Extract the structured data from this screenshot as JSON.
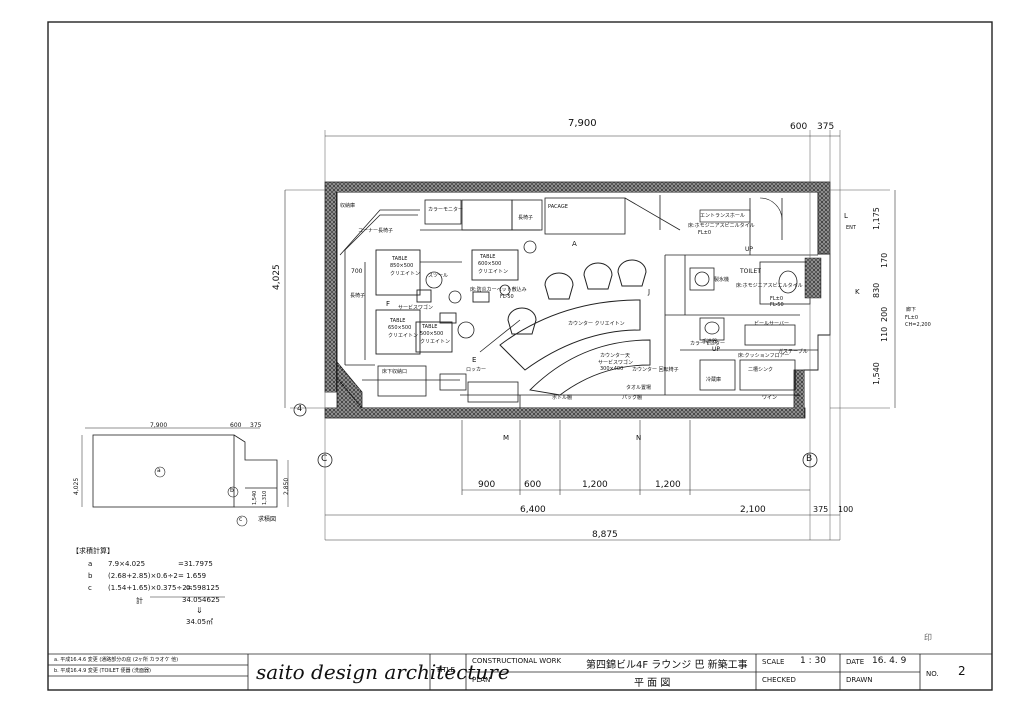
{
  "overall_dims": {
    "top_left": "7,900",
    "top_mid": "600",
    "top_right": "375",
    "left_height": "4,025",
    "right_1": "1,175",
    "right_2": "170",
    "right_3": "830",
    "right_4": "110",
    "right_5": "200",
    "right_6": "1,540",
    "bottom_1": "900",
    "bottom_2": "600",
    "bottom_3": "1,200",
    "bottom_4": "1,200",
    "bottom_total_left": "6,400",
    "bottom_mid": "2,100",
    "bottom_375": "375",
    "bottom_100": "100",
    "bottom_grand": "8,875",
    "left_700": "700"
  },
  "grid_markers": {
    "c": "C",
    "b": "B",
    "four": "4"
  },
  "section_markers": {
    "l": "L",
    "k": "K",
    "m": "M",
    "n": "N",
    "e": "E",
    "f": "F",
    "j": "J",
    "a": "A"
  },
  "labels": {
    "storage": "収納庫",
    "entrance_hall": "エントランスホール",
    "entrance_finish": "床:ホモジニアスビニルタイル",
    "entrance_fl": "FL±0",
    "package": "PACAGE",
    "toilet": "TOILET",
    "toilet_fl": "FL±0",
    "toilet_floor": "床:ホモジニアスビニルタイル",
    "fl50": "FL-50",
    "table1_name": "TABLE",
    "table1_size": "850×500",
    "table1_mat": "クリエイトン",
    "table2_name": "TABLE",
    "table2_size": "650×500",
    "table2_mat": "クリエイトン",
    "table3_name": "TABLE",
    "table3_size": "500×500",
    "table3_mat": "クリエイトン",
    "table4_name": "TABLE",
    "table4_size": "600×500",
    "table4_mat": "クリエイトン",
    "stool": "スツール",
    "service_wagon": "サービスワゴン",
    "counter": "カウンター クリエイトン",
    "counter_stool": "カウンター 回転椅子",
    "counter_top": "カウンター天",
    "service_wagon2": "サービスワゴン",
    "wagon_size": "300×400",
    "corner_sofa": "コーナー長椅子",
    "long_chair": "長椅子",
    "long_chair2": "長椅子",
    "locker": "ロッカー",
    "bottle_shelf": "ボトル棚",
    "pack_shelf": "パック棚",
    "towel_shelf": "タオル置場",
    "cushion_floor": "床:クッションフロアー",
    "floor_carpet": "床:防炎カーペット敷込み",
    "fl50b": "FL-50",
    "up": "UP",
    "up2": "UP",
    "ice_maker": "製氷機",
    "fridge": "冷蔵庫",
    "sink": "二槽シンク",
    "color_monitor": "カラーモニター",
    "color_monitor_top": "カラーモニター",
    "beer_server": "ビールサーバー",
    "hand_wash": "手洗器",
    "gas_table": "ガステーブル",
    "dishwasher": "ワイン",
    "entrance_tag": "ENT",
    "fl_note": "FL±0",
    "ch_note": "CH=2,200",
    "corridor": "廊下",
    "stage": "床下収納口"
  },
  "sub_plan": {
    "top": "7,900",
    "top_mid": "600",
    "top_right": "375",
    "left": "4,025",
    "right": "2,850",
    "r1": "1,540",
    "r2": "1,310",
    "area_a": "a",
    "area_b": "b",
    "area_c": "c",
    "caption": "求積図"
  },
  "area_calc": {
    "title": "【求積計算】",
    "row_a_label": "a",
    "row_a_expr": "7.9×4.025",
    "row_a_val": "=31.7975",
    "row_b_label": "b",
    "row_b_expr": "(2.68+2.85)×0.6÷2",
    "row_b_val": "= 1.659",
    "row_c_label": "c",
    "row_c_expr": "(1.54+1.65)×0.375÷2=",
    "row_c_val": "0.598125",
    "sum_label": "計",
    "sum_val": "34.054625",
    "arrow": "⇓",
    "final": "34.05㎡"
  },
  "revisions": {
    "rev_a": "a. 平成16.4.6 変更 (通路部分の庇 (2ヶ所 カラオケ 他)",
    "rev_b": "b. 平成16.4.9 変更 (TOILET 便器 (洗面器)"
  },
  "title_block": {
    "brand": "saito design architecture",
    "title_label": "TITLE",
    "cw_label": "CONSTRUCTIONAL WORK",
    "cw_value": "第四錦ビル4F ラウンジ 巴 新築工事",
    "plan_label": "PLAN",
    "plan_value": "平 面 図",
    "scale_label": "SCALE",
    "scale_value": "1 : 30",
    "date_label": "DATE",
    "date_value": "16. 4. 9",
    "checked_label": "CHECKED",
    "drawn_label": "DRAWN",
    "no_label": "NO.",
    "no_value": "2"
  },
  "stamp": "印"
}
